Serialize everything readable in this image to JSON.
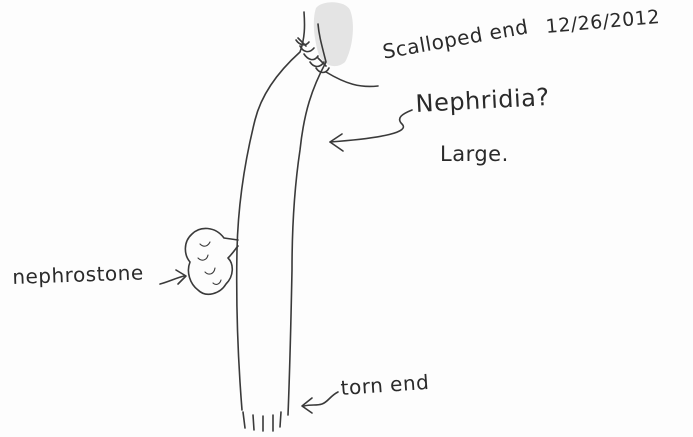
{
  "annotations": {
    "date": "12/26/2012",
    "scalloped_end": "Scalloped end",
    "nephridia": "Nephridia?",
    "large": "Large.",
    "nephrostone": "nephrostone",
    "torn_end": "torn end"
  },
  "colors": {
    "ink": "#3a3a3a",
    "smudge": "#d8d8d8",
    "paper": "#fdfdfd"
  }
}
